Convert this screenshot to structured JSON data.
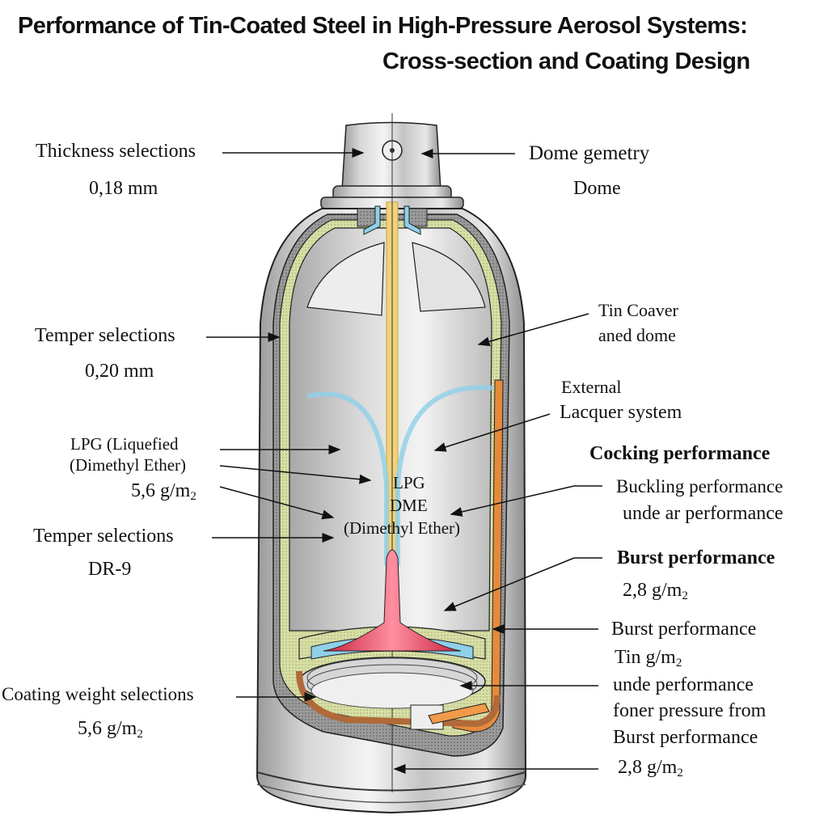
{
  "title": {
    "line1": "Performance of Tin-Coated Steel in High-Pressure Aerosol Systems:",
    "line2": "Cross-section and Coating Design"
  },
  "left_labels": {
    "thickness_title": "Thickness selections",
    "thickness_value": "0,18 mm",
    "temper1_title": "Temper selections",
    "temper1_value": "0,20 mm",
    "lpg_line1": "LPG (Liquefied",
    "lpg_line2": "(Dimethyl Ether)",
    "coating1_value": "5,6 g/m",
    "coating1_sub": "2",
    "temper2_title": "Temper selections",
    "temper2_value": "DR-9",
    "coating_weight_title": "Coating weight selections",
    "coating_weight_value": "5,6 g/m",
    "coating_weight_sub": "2"
  },
  "right_labels": {
    "dome_geometry_title": "Dome gemetry",
    "dome_geometry_value": "Dome",
    "tin_cover_line1": "Tin Coaver",
    "tin_cover_line2": "aned dome",
    "external_line1": "External",
    "external_line2": "Lacquer system",
    "cocking_title": "Cocking performance",
    "buckling_line1": "Buckling performance",
    "buckling_line2": "unde ar performance",
    "burst1_title": "Burst performance",
    "burst1_value": "2,8 g/m",
    "burst1_sub": "2",
    "burst2_title": "Burst performance",
    "tin_value": "Tin  g/m",
    "tin_sub": "2",
    "unde_perf": "unde performance",
    "foner_pressure": "foner pressure from",
    "burst3_title": "Burst performance",
    "burst3_value": "2,8 g/m",
    "burst3_sub": "2"
  },
  "center_labels": {
    "lpg": "LPG",
    "dme": "DME",
    "dimethyl": "(Dimethyl Ether)"
  },
  "colors": {
    "steel": "#c9c9c9",
    "tin_layer": "#d8dfa6",
    "lacquer_blue": "#8fd0ea",
    "valve_red": "#e63a55",
    "orange_layer": "#e58a3c",
    "dip_tube_yellow": "#f0d27a",
    "seal_gray": "#8a8a8a"
  }
}
